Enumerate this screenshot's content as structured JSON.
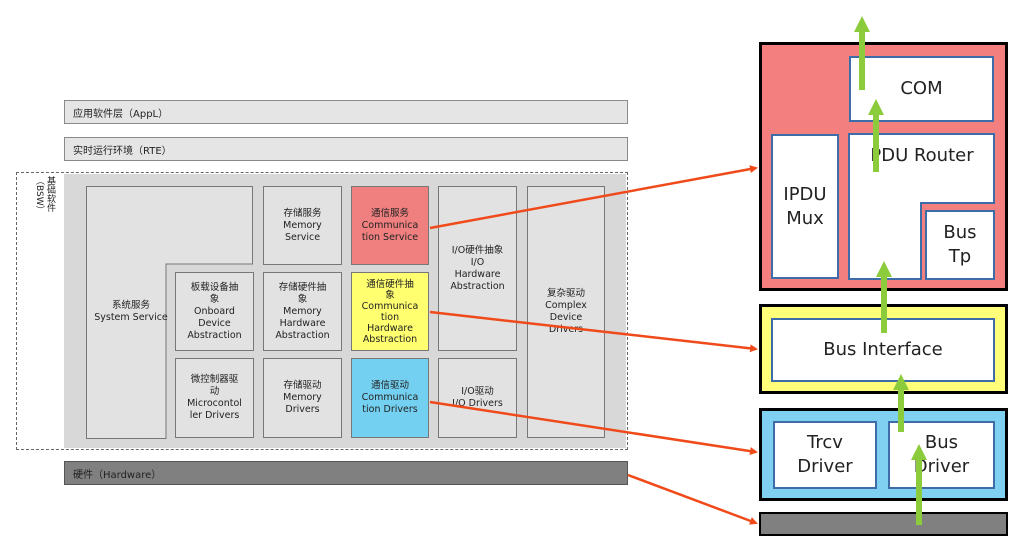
{
  "layers": {
    "application": "应用软件层（AppL）",
    "rte": "实时运行环境（RTE）",
    "bsw_label": [
      "基础软件",
      "（BSW）"
    ],
    "hardware": "硬件（Hardware）"
  },
  "modules": {
    "system_service": [
      "系统服务",
      "System Service"
    ],
    "memory_service": [
      "存储服务",
      "Memory",
      "Service"
    ],
    "communication_service": [
      "通信服务",
      "Communica",
      "tion Service"
    ],
    "io_hw_abstraction": [
      "I/O硬件抽象",
      "I/O",
      "Hardware",
      "Abstraction"
    ],
    "complex_drivers": [
      "复杂驱动",
      "Complex",
      "Device",
      "Drivers"
    ],
    "onboard_abstraction": [
      "板载设备抽",
      "象",
      "Onboard",
      "Device",
      "Abstraction"
    ],
    "memory_hw_abstraction": [
      "存储硬件抽",
      "象",
      "Memory",
      "Hardware",
      "Abstraction"
    ],
    "comm_hw_abstraction": [
      "通信硬件抽",
      "象",
      "Communica",
      "tion",
      "Hardware",
      "Abstraction"
    ],
    "mcu_drivers": [
      "微控制器驱",
      "动",
      "Microcontol",
      "ler Drivers"
    ],
    "memory_drivers": [
      "存储驱动",
      "Memory",
      "Drivers"
    ],
    "comm_drivers": [
      "通信驱动",
      "Communica",
      "tion Drivers"
    ],
    "io_drivers": [
      "I/O驱动",
      "I/O Drivers"
    ]
  },
  "comm_stack": {
    "com": "COM",
    "ipdu_mux": [
      "IPDU",
      "Mux"
    ],
    "pdu_router": "PDU Router",
    "bus_tp": [
      "Bus",
      "Tp"
    ],
    "bus_interface": "Bus Interface",
    "trcv_driver": [
      "Trcv",
      "Driver"
    ],
    "bus_driver": [
      "Bus",
      "Driver"
    ]
  },
  "colors": {
    "arrow_red": "#f04a1a",
    "arrow_green": "#8ccc3c",
    "service_red": "#f08080",
    "abstraction_yellow": "#ffff70",
    "driver_blue": "#74d0f0"
  }
}
